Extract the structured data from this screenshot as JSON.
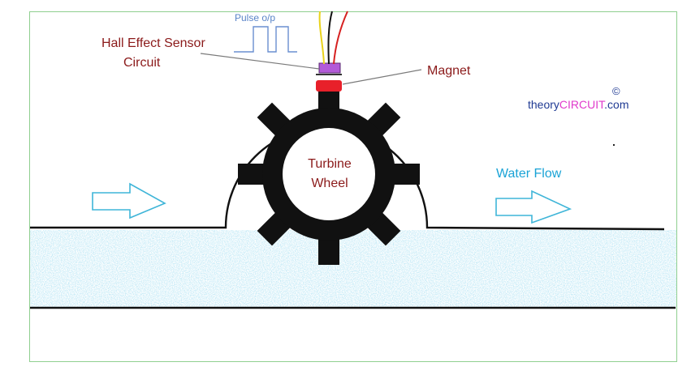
{
  "labels": {
    "pulse": "Pulse o/p",
    "sensor_line1": "Hall Effect Sensor",
    "sensor_line2": "Circuit",
    "magnet": "Magnet",
    "turbine_line1": "Turbine",
    "turbine_line2": "Wheel",
    "water_flow": "Water Flow"
  },
  "brand": {
    "copyright": "©",
    "part1": "theory",
    "part2": "CIRCUIT",
    "part3": ".com"
  },
  "colors": {
    "label_dark": "#8b1a1a",
    "water_flow_text": "#1aa3d6",
    "arrow_outline": "#3fb5d8",
    "water": "#9fd3ea",
    "magnet": "#e8202a",
    "sensor": "#b35ad8",
    "brand_highlight": "#e03acb",
    "wire_red": "#d62020",
    "wire_yellow": "#e9d21a",
    "wire_black": "#111111"
  }
}
